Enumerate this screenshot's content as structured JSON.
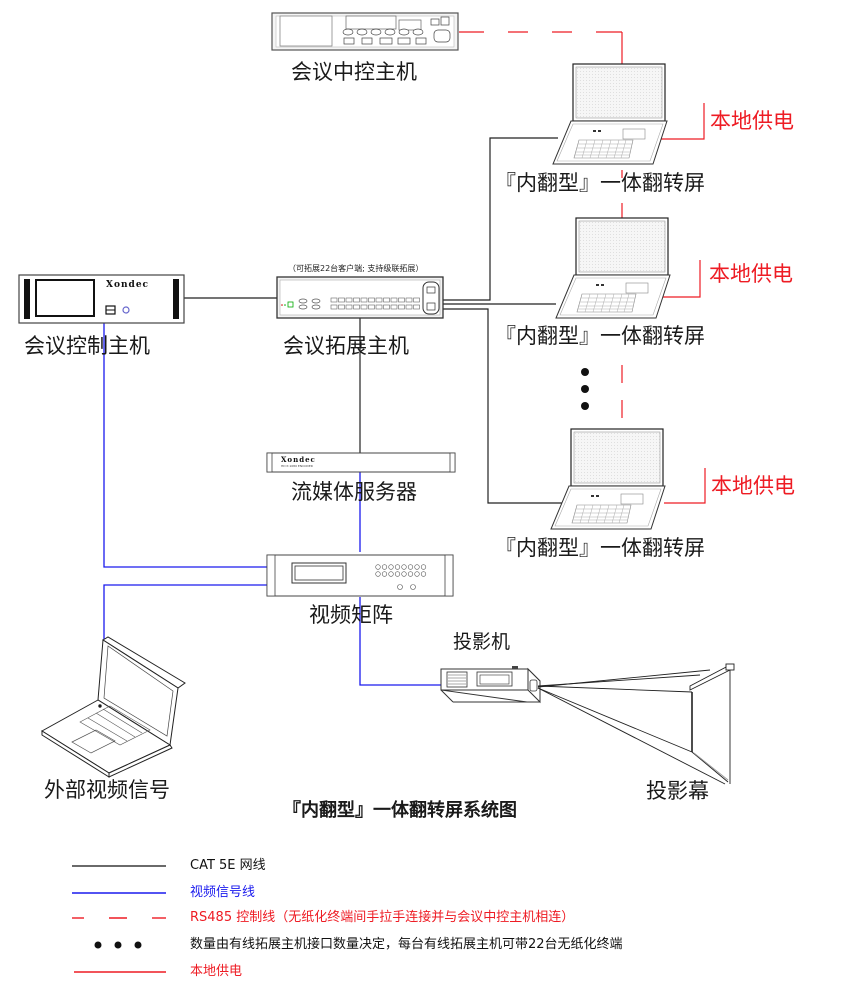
{
  "title": "『内翻型』一体翻转屏系统图",
  "colors": {
    "cat5e": "#000000",
    "video": "#1a1aee",
    "rs485": "#ee1c24",
    "power": "#ee1c24"
  },
  "devices": {
    "central_control": {
      "label": "会议中控主机"
    },
    "control_host": {
      "label": "会议控制主机",
      "brand": "Xondec"
    },
    "expansion_host": {
      "label": "会议拓展主机",
      "note": "（可拓展22台客户端; 支持级联拓展）"
    },
    "streaming_server": {
      "label": "流媒体服务器",
      "brand": "Xondec",
      "model": "HD P-1080 ENCODER"
    },
    "video_matrix": {
      "label": "视频矩阵"
    },
    "projector": {
      "label": "投影机"
    },
    "projection_screen": {
      "label": "投影幕"
    },
    "external_video": {
      "label": "外部视频信号"
    },
    "flip_screens": [
      {
        "label": "『内翻型』一体翻转屏",
        "power_label": "本地供电"
      },
      {
        "label": "『内翻型』一体翻转屏",
        "power_label": "本地供电"
      },
      {
        "label": "『内翻型』一体翻转屏",
        "power_label": "本地供电"
      }
    ]
  },
  "legend": [
    {
      "type": "cat5e",
      "text": "CAT 5E 网线"
    },
    {
      "type": "video",
      "text": "视频信号线"
    },
    {
      "type": "rs485",
      "text": "RS485 控制线（无纸化终端间手拉手连接并与会议中控主机相连）"
    },
    {
      "type": "dots",
      "text": "数量由有线拓展主机接口数量决定，每台有线拓展主机可带22台无纸化终端"
    },
    {
      "type": "power",
      "text": "本地供电"
    }
  ]
}
